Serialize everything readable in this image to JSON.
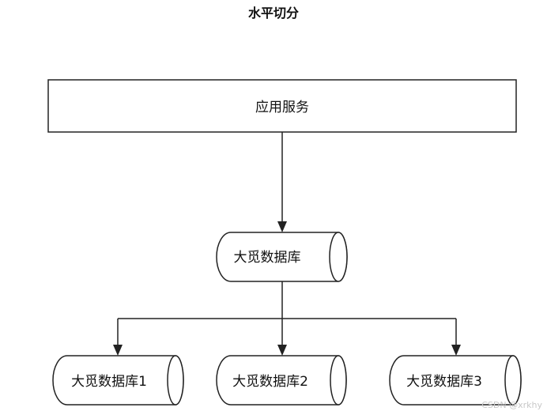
{
  "title": "水平切分",
  "app_service": {
    "label": "应用服务"
  },
  "main_db": {
    "label": "大觅数据库"
  },
  "shards": [
    {
      "label": "大觅数据库1"
    },
    {
      "label": "大觅数据库2"
    },
    {
      "label": "大觅数据库3"
    }
  ],
  "watermark": "CSDN @xrkhy",
  "colors": {
    "stroke": "#222222",
    "background": "#ffffff",
    "text": "#111111"
  }
}
